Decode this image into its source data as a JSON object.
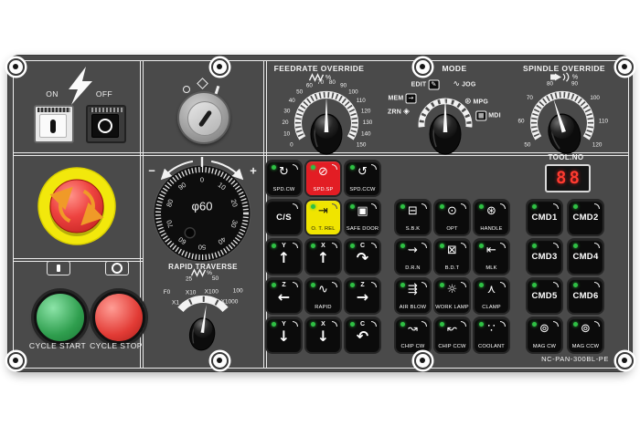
{
  "panel": {
    "model_label": "NC-PAN-300BL-PE",
    "bg_color": "#4a4a4a",
    "led_green": "#2fc144",
    "button_red": "#e31d24",
    "button_yellow": "#f0e400"
  },
  "power": {
    "on_label": "ON",
    "off_label": "OFF",
    "bolt_icon": "lightning-icon"
  },
  "key_switch": {
    "symbols": [
      "circle",
      "diamond",
      "bar"
    ]
  },
  "feedrate": {
    "title": "FEEDRATE OVERRIDE",
    "unit": "%",
    "scale": [
      0,
      10,
      20,
      30,
      40,
      50,
      60,
      70,
      80,
      90,
      100,
      110,
      120,
      130,
      140,
      150
    ],
    "pointer_value": 75
  },
  "mode": {
    "title": "MODE",
    "positions": [
      {
        "label": "EDIT",
        "icon": "edit-icon",
        "glyph": "✎",
        "boxed": true,
        "icon_after": true
      },
      {
        "label": "JOG",
        "icon": "jog-icon",
        "glyph": "∿",
        "boxed": false,
        "icon_after": false
      },
      {
        "label": "MEM",
        "icon": "memory-arrow-icon",
        "glyph": "→",
        "boxed": true,
        "icon_after": true
      },
      {
        "label": "MPG",
        "icon": "mpg-handwheel-icon",
        "glyph": "⊛",
        "boxed": false,
        "icon_after": false
      },
      {
        "label": "ZRN",
        "icon": "zero-return-icon",
        "glyph": "◈",
        "boxed": false,
        "icon_after": true
      },
      {
        "label": "MDI",
        "icon": "mdi-keypad-icon",
        "glyph": "▦",
        "boxed": true,
        "icon_after": false
      }
    ]
  },
  "spindle": {
    "title": "SPINDLE OVERRIDE",
    "unit": "%",
    "scale": [
      50,
      60,
      70,
      80,
      90,
      100,
      110,
      120
    ],
    "pointer_value": 80
  },
  "tool": {
    "label": "TOOL.NO",
    "value": "88"
  },
  "handwheel": {
    "center_label": "φ60",
    "ticks": [
      0,
      10,
      20,
      30,
      40,
      50,
      60,
      70,
      80,
      90
    ],
    "minus_label": "−",
    "plus_label": "+"
  },
  "rapid": {
    "title": "RAPID TRAVERSE",
    "unit": "%",
    "outer_scale": [
      "F0",
      "25",
      "50",
      "100"
    ],
    "inner_scale": [
      "X1",
      "X10",
      "X100",
      "X1000"
    ]
  },
  "cycle": {
    "start_label": "CYCLE START",
    "stop_label": "CYCLE STOP"
  },
  "buttons": [
    {
      "c": 0,
      "r": 0,
      "label": "SPD.CW",
      "icon": "spindle-cw-icon",
      "glyph": "↻"
    },
    {
      "c": 1,
      "r": 0,
      "label": "SPD.SP",
      "icon": "spindle-stop-icon",
      "glyph": "⊘",
      "variant": "red"
    },
    {
      "c": 2,
      "r": 0,
      "label": "SPD.CCW",
      "icon": "spindle-ccw-icon",
      "glyph": "↺"
    },
    {
      "c": 0,
      "r": 1,
      "label": "C/S",
      "type": "text",
      "led": false
    },
    {
      "c": 1,
      "r": 1,
      "label": "O. T. REL",
      "icon": "overtravel-release-icon",
      "glyph": "⇥",
      "variant": "yellow"
    },
    {
      "c": 2,
      "r": 1,
      "label": "SAFE DOOR",
      "icon": "safe-door-icon",
      "glyph": "▣"
    },
    {
      "c": 0,
      "r": 2,
      "label": "Y",
      "name": "jog-y-plus",
      "icon": "arrow-up-icon",
      "glyph": "↑",
      "type": "jog"
    },
    {
      "c": 1,
      "r": 2,
      "label": "X",
      "name": "jog-x-plus",
      "icon": "arrow-up-icon",
      "glyph": "↑",
      "type": "jog"
    },
    {
      "c": 2,
      "r": 2,
      "label": "C",
      "name": "jog-c-plus",
      "icon": "arc-cw-icon",
      "glyph": "↷",
      "type": "jog"
    },
    {
      "c": 0,
      "r": 3,
      "label": "Z",
      "name": "jog-z-minus",
      "icon": "arrow-left-icon",
      "glyph": "←",
      "type": "jog"
    },
    {
      "c": 1,
      "r": 3,
      "label": "RAPID",
      "icon": "rapid-wave-icon",
      "glyph": "∿"
    },
    {
      "c": 2,
      "r": 3,
      "label": "Z",
      "name": "jog-z-plus",
      "icon": "arrow-right-icon",
      "glyph": "→",
      "type": "jog"
    },
    {
      "c": 0,
      "r": 4,
      "label": "Y",
      "name": "jog-y-minus",
      "icon": "arrow-down-icon",
      "glyph": "↓",
      "type": "jog"
    },
    {
      "c": 1,
      "r": 4,
      "label": "X",
      "name": "jog-x-minus",
      "icon": "arrow-down-icon",
      "glyph": "↓",
      "type": "jog"
    },
    {
      "c": 2,
      "r": 4,
      "label": "C",
      "name": "jog-c-minus",
      "icon": "arc-ccw-icon",
      "glyph": "↶",
      "type": "jog"
    },
    {
      "c": 3,
      "r": 1,
      "label": "S.B.K",
      "icon": "single-block-icon",
      "glyph": "⊟"
    },
    {
      "c": 4,
      "r": 1,
      "label": "OPT",
      "icon": "optional-stop-icon",
      "glyph": "⊙"
    },
    {
      "c": 5,
      "r": 1,
      "label": "HANDLE",
      "icon": "handle-icon",
      "glyph": "⊛"
    },
    {
      "c": 3,
      "r": 2,
      "label": "D.R.N",
      "icon": "dry-run-icon",
      "glyph": "⇝"
    },
    {
      "c": 4,
      "r": 2,
      "label": "B.D.T",
      "icon": "block-delete-icon",
      "glyph": "⊠"
    },
    {
      "c": 5,
      "r": 2,
      "label": "MLK",
      "icon": "machine-lock-icon",
      "glyph": "⇤"
    },
    {
      "c": 3,
      "r": 3,
      "label": "AIR BLOW",
      "icon": "air-blow-icon",
      "glyph": "⇶"
    },
    {
      "c": 4,
      "r": 3,
      "label": "WORK LAMP",
      "icon": "work-lamp-icon",
      "glyph": "☼"
    },
    {
      "c": 5,
      "r": 3,
      "label": "CLAMP",
      "icon": "clamp-icon",
      "glyph": "⋏"
    },
    {
      "c": 3,
      "r": 4,
      "label": "CHIP CW",
      "icon": "chip-conveyor-cw-icon",
      "glyph": "↝"
    },
    {
      "c": 4,
      "r": 4,
      "label": "CHIP CCW",
      "icon": "chip-conveyor-ccw-icon",
      "glyph": "↜"
    },
    {
      "c": 5,
      "r": 4,
      "label": "COOLANT",
      "icon": "coolant-icon",
      "glyph": "∵"
    },
    {
      "c": 6,
      "r": 1,
      "label": "CMD1",
      "type": "text"
    },
    {
      "c": 7,
      "r": 1,
      "label": "CMD2",
      "type": "text"
    },
    {
      "c": 6,
      "r": 2,
      "label": "CMD3",
      "type": "text"
    },
    {
      "c": 7,
      "r": 2,
      "label": "CMD4",
      "type": "text"
    },
    {
      "c": 6,
      "r": 3,
      "label": "CMD5",
      "type": "text"
    },
    {
      "c": 7,
      "r": 3,
      "label": "CMD6",
      "type": "text"
    },
    {
      "c": 6,
      "r": 4,
      "label": "MAG CW",
      "icon": "magazine-cw-icon",
      "glyph": "⊚"
    },
    {
      "c": 7,
      "r": 4,
      "label": "MAG CCW",
      "icon": "magazine-ccw-icon",
      "glyph": "⊚"
    }
  ]
}
